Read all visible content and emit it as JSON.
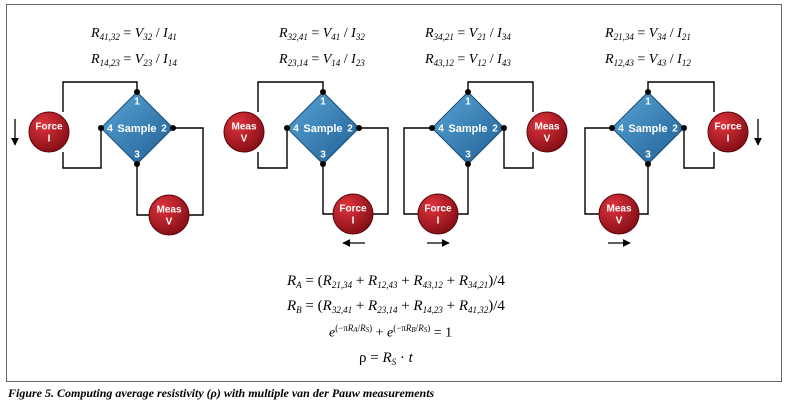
{
  "configs": [
    {
      "eq1": "R41,32 = V32 / I41",
      "eq2": "R14,23 = V23 / I14",
      "sample_label": "Sample",
      "corner_labels": [
        "1",
        "2",
        "3",
        "4"
      ],
      "force_label": [
        "Force",
        "I"
      ],
      "meas_label": [
        "Meas",
        "V"
      ]
    },
    {
      "eq1": "R32,41 = V41 / I32",
      "eq2": "R23,14 = V14 / I23",
      "sample_label": "Sample",
      "corner_labels": [
        "1",
        "2",
        "3",
        "4"
      ],
      "force_label": [
        "Force",
        "I"
      ],
      "meas_label": [
        "Meas",
        "V"
      ]
    },
    {
      "eq1": "R34,21 = V21 / I34",
      "eq2": "R43,12 = V12 / I43",
      "sample_label": "Sample",
      "corner_labels": [
        "1",
        "2",
        "3",
        "4"
      ],
      "force_label": [
        "Force",
        "I"
      ],
      "meas_label": [
        "Meas",
        "V"
      ]
    },
    {
      "eq1": "R21,34 = V34 / I21",
      "eq2": "R12,43 = V43 / I12",
      "sample_label": "Sample",
      "corner_labels": [
        "1",
        "2",
        "3",
        "4"
      ],
      "force_label": [
        "Force",
        "I"
      ],
      "meas_label": [
        "Meas",
        "V"
      ]
    }
  ],
  "formulas": {
    "ra": "RA = (R21,34 + R12,43 + R43,12 + R34,21)/4",
    "rb": "RB = (R32,41 + R23,14 + R14,23 + R41,32)/4",
    "vdp": "e^(−πRA/RS) + e^(−πRB/RS) = 1",
    "rho": "ρ = RS · t"
  },
  "caption": "Figure 5. Computing average resistivity (ρ) with multiple van der Pauw measurements",
  "colors": {
    "sample_blue": "#2f7fb8",
    "sample_blue_dark": "#1f5f93",
    "circle_red": "#b5121b",
    "circle_red_dark": "#7d0b12"
  }
}
